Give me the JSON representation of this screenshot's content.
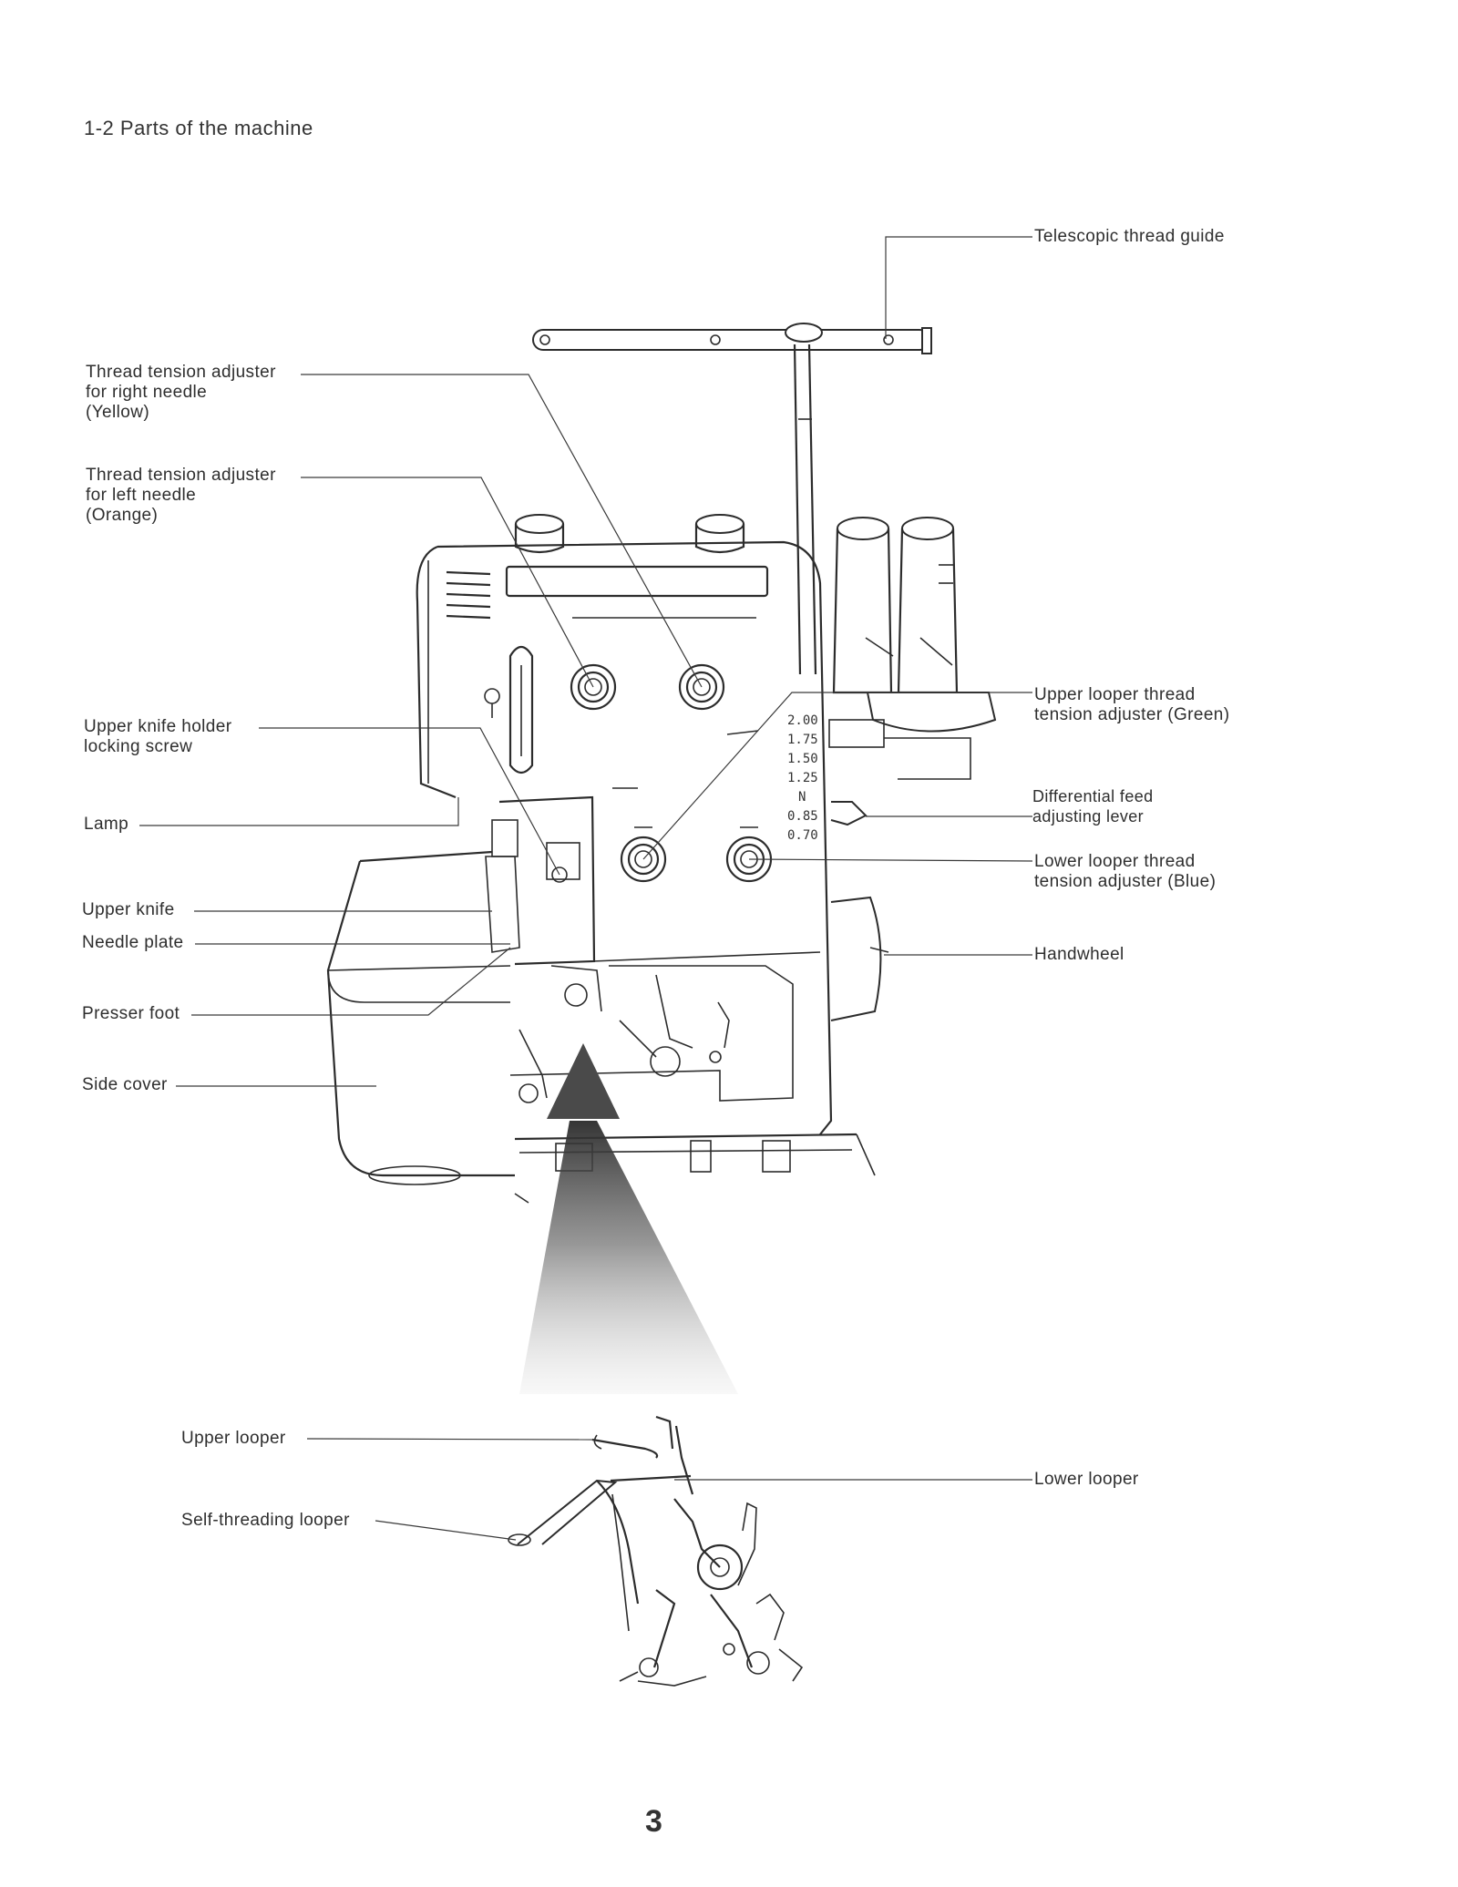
{
  "section_title": "1-2  Parts of the machine",
  "page_number": "3",
  "labels": {
    "telescopic_thread_guide": [
      "Telescopic thread guide"
    ],
    "thread_tension_right": [
      "Thread tension adjuster",
      "for right needle",
      "(Yellow)"
    ],
    "thread_tension_left": [
      "Thread tension adjuster",
      "for left needle",
      "(Orange)"
    ],
    "upper_knife_holder": [
      "Upper knife holder",
      "locking screw"
    ],
    "lamp": [
      "Lamp"
    ],
    "upper_knife": [
      "Upper knife"
    ],
    "needle_plate": [
      "Needle plate"
    ],
    "presser_foot": [
      "Presser foot"
    ],
    "side_cover": [
      "Side cover"
    ],
    "upper_looper_tension": [
      "Upper looper thread",
      "tension adjuster (Green)"
    ],
    "differential_feed": [
      "Differential feed",
      "adjusting lever"
    ],
    "lower_looper_tension": [
      "Lower looper thread",
      "tension adjuster (Blue)"
    ],
    "handwheel": [
      "Handwheel"
    ],
    "upper_looper": [
      "Upper looper"
    ],
    "self_threading_looper": [
      "Self-threading looper"
    ],
    "lower_looper": [
      "Lower looper"
    ]
  },
  "differential_scale": [
    "2.00",
    "1.75",
    "1.50",
    "1.25",
    "N",
    "0.85",
    "0.70"
  ]
}
